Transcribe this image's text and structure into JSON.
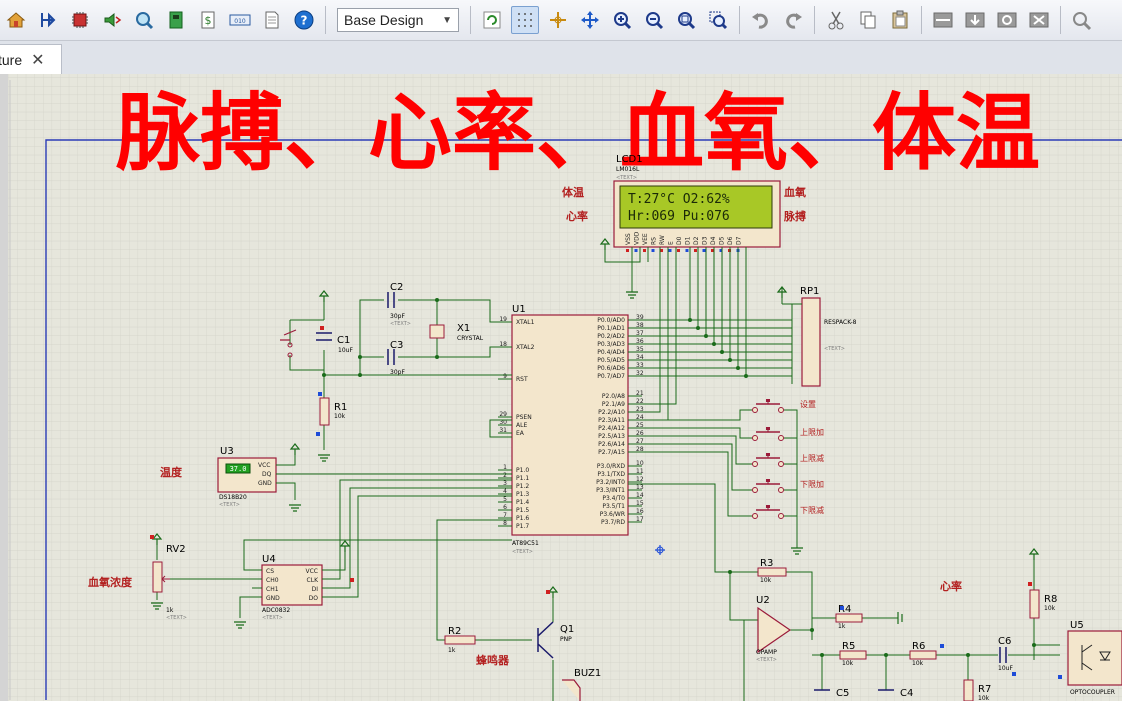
{
  "toolbar": {
    "design_select": "Base Design",
    "icons_left": [
      "home-icon",
      "component-icon",
      "chip-icon",
      "speaker-probe-icon",
      "zoom-search-icon",
      "board-icon",
      "dollar-icon",
      "display-icon",
      "document-icon",
      "help-icon"
    ],
    "icons_right": [
      "refresh-icon",
      "grid-icon",
      "origin-icon",
      "pan-icon",
      "zoom-in-icon",
      "zoom-out-icon",
      "zoom-all-icon",
      "zoom-area-icon",
      "undo-icon",
      "redo-icon",
      "cut-icon",
      "copy-icon",
      "paste-icon",
      "block-copy-icon",
      "block-move-icon",
      "block-rotate-icon",
      "block-delete-icon",
      "pick-icon"
    ]
  },
  "tab": {
    "label": "ture",
    "close": "✕"
  },
  "schematic": {
    "title": "脉搏、心率、血氧、体温",
    "lcd": {
      "ref": "LCD1",
      "part": "LM016L",
      "line1": "T:27°C  O2:62%",
      "line2": "Hr:069  Pu:076",
      "pins": [
        "VSS",
        "VDD",
        "VEE",
        "RS",
        "RW",
        "E",
        "D0",
        "D1",
        "D2",
        "D3",
        "D4",
        "D5",
        "D6",
        "D7"
      ]
    },
    "labels": {
      "temp_left": "体温",
      "heart_left": "心率",
      "oxygen_right": "血氧",
      "pulse_right": "脉搏",
      "temp_sensor": "温度",
      "oxygen_conc": "血氧浓度",
      "buzzer": "蜂鸣器",
      "heart_rate": "心率"
    },
    "buttons": [
      "设置",
      "上限加",
      "上限减",
      "下限加",
      "下限减"
    ],
    "placeholder": "<TEXT>",
    "mcu": {
      "ref": "U1",
      "part": "AT89C51",
      "left_pins": [
        [
          "19",
          "XTAL1"
        ],
        [
          "18",
          "XTAL2"
        ],
        [
          "9",
          "RST"
        ],
        [
          "29",
          "PSEN"
        ],
        [
          "30",
          "ALE"
        ],
        [
          "31",
          "EA"
        ],
        [
          "1",
          "P1.0"
        ],
        [
          "2",
          "P1.1"
        ],
        [
          "3",
          "P1.2"
        ],
        [
          "4",
          "P1.3"
        ],
        [
          "5",
          "P1.4"
        ],
        [
          "6",
          "P1.5"
        ],
        [
          "7",
          "P1.6"
        ],
        [
          "8",
          "P1.7"
        ]
      ],
      "right_pins": [
        [
          "39",
          "P0.0/AD0"
        ],
        [
          "38",
          "P0.1/AD1"
        ],
        [
          "37",
          "P0.2/AD2"
        ],
        [
          "36",
          "P0.3/AD3"
        ],
        [
          "35",
          "P0.4/AD4"
        ],
        [
          "34",
          "P0.5/AD5"
        ],
        [
          "33",
          "P0.6/AD6"
        ],
        [
          "32",
          "P0.7/AD7"
        ],
        [
          "21",
          "P2.0/A8"
        ],
        [
          "22",
          "P2.1/A9"
        ],
        [
          "23",
          "P2.2/A10"
        ],
        [
          "24",
          "P2.3/A11"
        ],
        [
          "25",
          "P2.4/A12"
        ],
        [
          "26",
          "P2.5/A13"
        ],
        [
          "27",
          "P2.6/A14"
        ],
        [
          "28",
          "P2.7/A15"
        ],
        [
          "10",
          "P3.0/RXD"
        ],
        [
          "11",
          "P3.1/TXD"
        ],
        [
          "12",
          "P3.2/INT0"
        ],
        [
          "13",
          "P3.3/INT1"
        ],
        [
          "14",
          "P3.4/T0"
        ],
        [
          "15",
          "P3.5/T1"
        ],
        [
          "16",
          "P3.6/WR"
        ],
        [
          "17",
          "P3.7/RD"
        ]
      ]
    },
    "parts": {
      "c1": {
        "ref": "C1",
        "value": "10uF"
      },
      "c2": {
        "ref": "C2",
        "value": "30pF"
      },
      "c3": {
        "ref": "C3",
        "value": "30pF"
      },
      "x1": {
        "ref": "X1",
        "value": "CRYSTAL"
      },
      "r1": {
        "ref": "R1",
        "value": "10k"
      },
      "rp1": {
        "ref": "RP1",
        "value": "RESPACK-8"
      },
      "u3": {
        "ref": "U3",
        "part": "DS18B20",
        "display": "37.0",
        "pins": [
          "VCC",
          "DQ",
          "GND"
        ]
      },
      "rv2": {
        "ref": "RV2",
        "value": "1k"
      },
      "u4": {
        "ref": "U4",
        "part": "ADC0832",
        "pins_left": [
          "CS",
          "CH0",
          "CH1",
          "GND"
        ],
        "pins_right": [
          "VCC",
          "CLK",
          "DI",
          "DO"
        ]
      },
      "r2": {
        "ref": "R2",
        "value": "1k"
      },
      "q1": {
        "ref": "Q1",
        "part": "PNP"
      },
      "buz1": {
        "ref": "BUZ1"
      },
      "r3": {
        "ref": "R3",
        "value": "10k"
      },
      "u2": {
        "ref": "U2",
        "part": "OPAMP"
      },
      "r4": {
        "ref": "R4",
        "value": "1k"
      },
      "r5": {
        "ref": "R5",
        "value": "10k"
      },
      "r6": {
        "ref": "R6",
        "value": "10k"
      },
      "c6": {
        "ref": "C6",
        "value": "10uF"
      },
      "r8": {
        "ref": "R8",
        "value": "10k"
      },
      "u5": {
        "ref": "U5",
        "part": "OPTOCOUPLER"
      },
      "c5": {
        "ref": "C5"
      },
      "c4": {
        "ref": "C4"
      },
      "r7": {
        "ref": "R7",
        "value": "10k"
      }
    }
  },
  "colors": {
    "wire": "#1a6b1a",
    "part": "#9b1b3a",
    "part_fill": "#f2e4c8",
    "title": "#ff0000",
    "frame": "#2b3cb6",
    "grid": "#d2d2c8"
  }
}
